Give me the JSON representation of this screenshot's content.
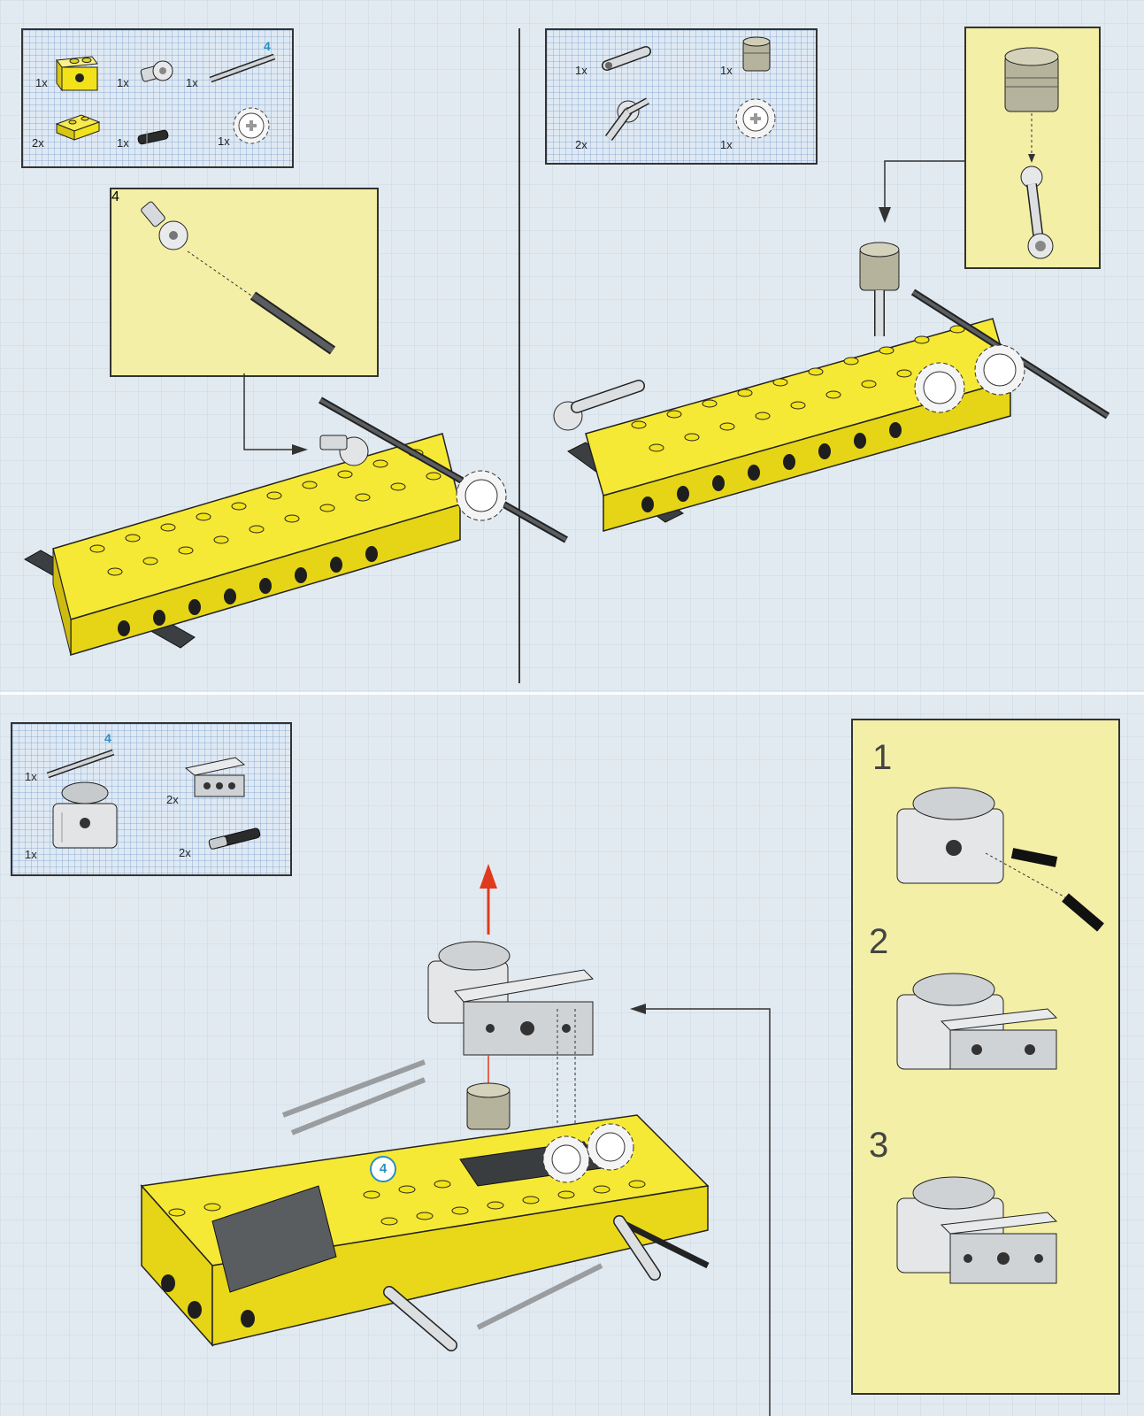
{
  "steps": [
    {
      "parts": [
        {
          "qty": "1x",
          "icon": "yellow-beam-1x2"
        },
        {
          "qty": "1x",
          "icon": "axle-pin-light-gray"
        },
        {
          "qty": "1x",
          "icon": "axle-4",
          "length": "4"
        },
        {
          "qty": "2x",
          "icon": "yellow-plate-2x2"
        },
        {
          "qty": "1x",
          "icon": "pin-black"
        },
        {
          "qty": "1x",
          "icon": "gear-white"
        }
      ],
      "callout_length": "4"
    },
    {
      "parts": [
        {
          "qty": "1x",
          "icon": "crank-arm"
        },
        {
          "qty": "1x",
          "icon": "piston"
        },
        {
          "qty": "2x",
          "icon": "connecting-rod"
        },
        {
          "qty": "1x",
          "icon": "gear-white"
        }
      ]
    },
    {
      "parts": [
        {
          "qty": "1x",
          "icon": "axle-4",
          "length": "4"
        },
        {
          "qty": "2x",
          "icon": "gray-beam-1x4"
        },
        {
          "qty": "1x",
          "icon": "engine-block"
        },
        {
          "qty": "2x",
          "icon": "pin-black"
        }
      ],
      "substeps": [
        "1",
        "2",
        "3"
      ],
      "model_marker": "4"
    }
  ],
  "colors": {
    "yellow": "#f2e21a",
    "gray": "#c9cdd0",
    "dark_gray": "#4a4d50",
    "callout_bg": "#f3efa6",
    "length_label": "#2a8fc4",
    "arrow_red": "#e03a1e"
  }
}
